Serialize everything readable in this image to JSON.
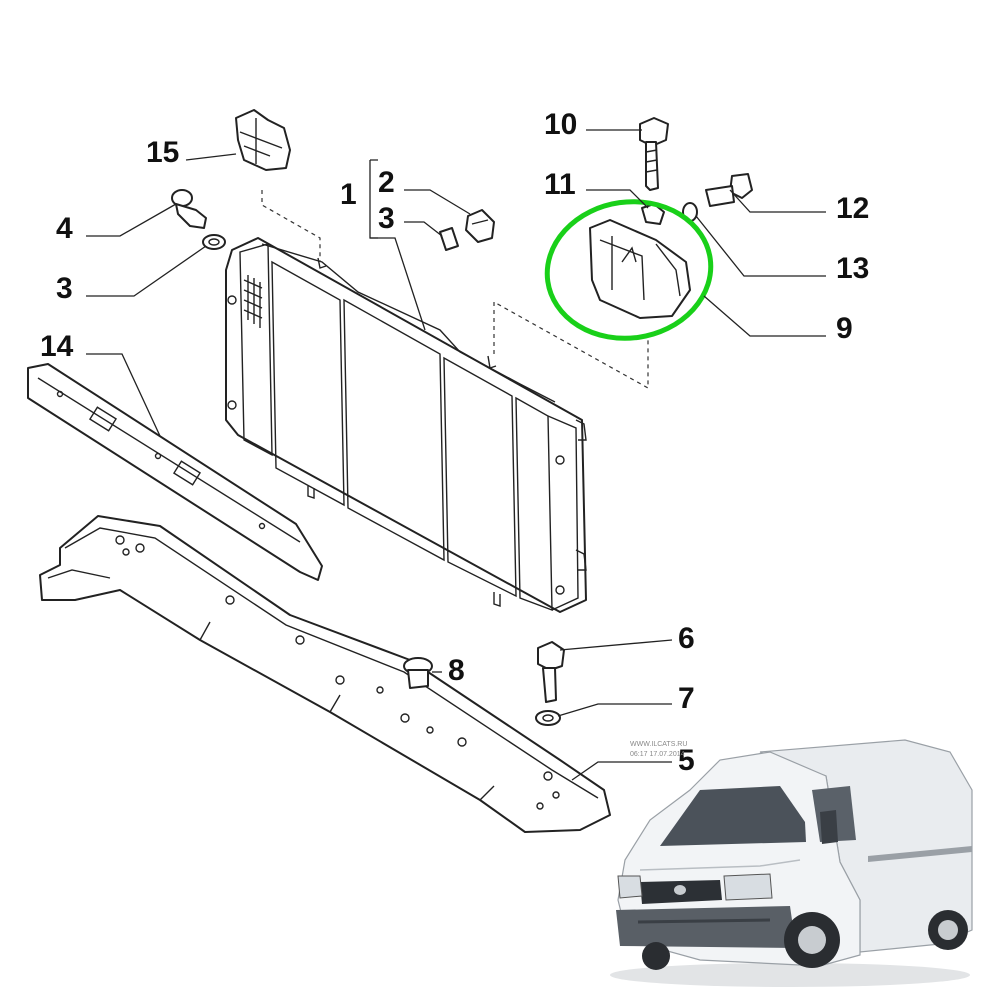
{
  "labels": {
    "p1": "1",
    "p2": "2",
    "p3a": "3",
    "p3b": "3",
    "p4": "4",
    "p5": "5",
    "p6": "6",
    "p7": "7",
    "p8": "8",
    "p9": "9",
    "p10": "10",
    "p11": "11",
    "p12": "12",
    "p13": "13",
    "p14": "14",
    "p15": "15"
  },
  "watermark": {
    "line1": "WWW.ILCATS.RU",
    "line2": "06:17 17.07.2014"
  },
  "colors": {
    "highlight": "#19d019",
    "line": "#222222",
    "van_body": "#e9ecef"
  },
  "icons": {
    "van": "van-photo-icon"
  }
}
